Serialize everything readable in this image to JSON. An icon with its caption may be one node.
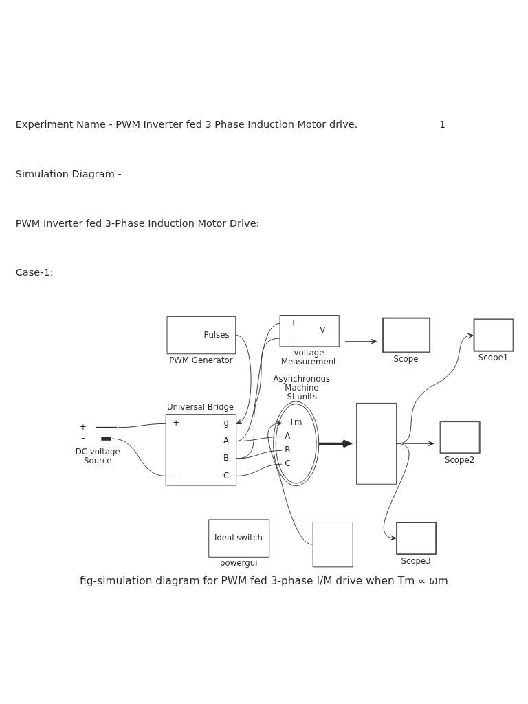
{
  "diagram": {
    "caption": "fig-simulation diagram for PWM fed 3-phase I/M drive when Tm ∝ ωm",
    "nodes": [
      {
        "text": [
          "Pulses"
        ],
        "beside": [
          "PWM Generator"
        ]
      },
      {
        "text": [
          "+",
          "-",
          "g",
          "A",
          "B",
          "C"
        ],
        "beside": [
          "Universal Bridge"
        ]
      },
      {
        "text": [
          "+",
          "-"
        ],
        "beside": [
          "DC voltage Source"
        ]
      },
      {
        "text": [
          "+",
          "-",
          "V"
        ],
        "beside": [
          "voltage Measurement"
        ]
      },
      {
        "text": [],
        "shape": "box",
        "beside": [
          "Scope"
        ]
      },
      {
        "text": [
          "Tm",
          "A",
          "B",
          "C"
        ],
        "beside": [
          "Asynchronous Machine SI units"
        ]
      },
      {
        "text": [],
        "shape": "box"
      },
      {
        "text": [],
        "shape": "box",
        "beside": [
          "Scope1"
        ]
      },
      {
        "text": [],
        "shape": "box",
        "beside": [
          "Scope2"
        ]
      },
      {
        "text": [],
        "shape": "box",
        "beside": [
          "Scope3"
        ]
      },
      {
        "text": [],
        "shape": "box"
      },
      {
        "text": [
          "Ideal switch"
        ],
        "beside": [
          "powergui"
        ]
      }
    ],
    "edges": [
      {
        "from": 0,
        "to": 1,
        "arrow": "to"
      },
      {
        "from": 2,
        "to": 1,
        "arrow": "none"
      },
      {
        "from": 2,
        "to": 1,
        "arrow": "none"
      },
      {
        "from": 1,
        "to": 3,
        "arrow": "none"
      },
      {
        "from": 1,
        "to": 3,
        "arrow": "none"
      },
      {
        "from": 3,
        "to": 4,
        "arrow": "to"
      },
      {
        "from": 1,
        "to": 5,
        "arrow": "none"
      },
      {
        "from": 1,
        "to": 5,
        "arrow": "none"
      },
      {
        "from": 1,
        "to": 5,
        "arrow": "none"
      },
      {
        "from": 10,
        "to": 5,
        "arrow": "to"
      },
      {
        "from": 5,
        "to": 6,
        "arrow": "to",
        "style": "thick"
      },
      {
        "from": 6,
        "to": 7,
        "arrow": "to"
      },
      {
        "from": 6,
        "to": 8,
        "arrow": "to"
      },
      {
        "from": 6,
        "to": 9,
        "arrow": "to"
      }
    ],
    "labels": [
      "1",
      "Experiment Name - PWM Inverter fed 3 Phase Induction Motor drive.",
      "Simulation Diagram -",
      "PWM Inverter fed 3-Phase Induction Motor Drive:",
      "Case-1:"
    ]
  }
}
